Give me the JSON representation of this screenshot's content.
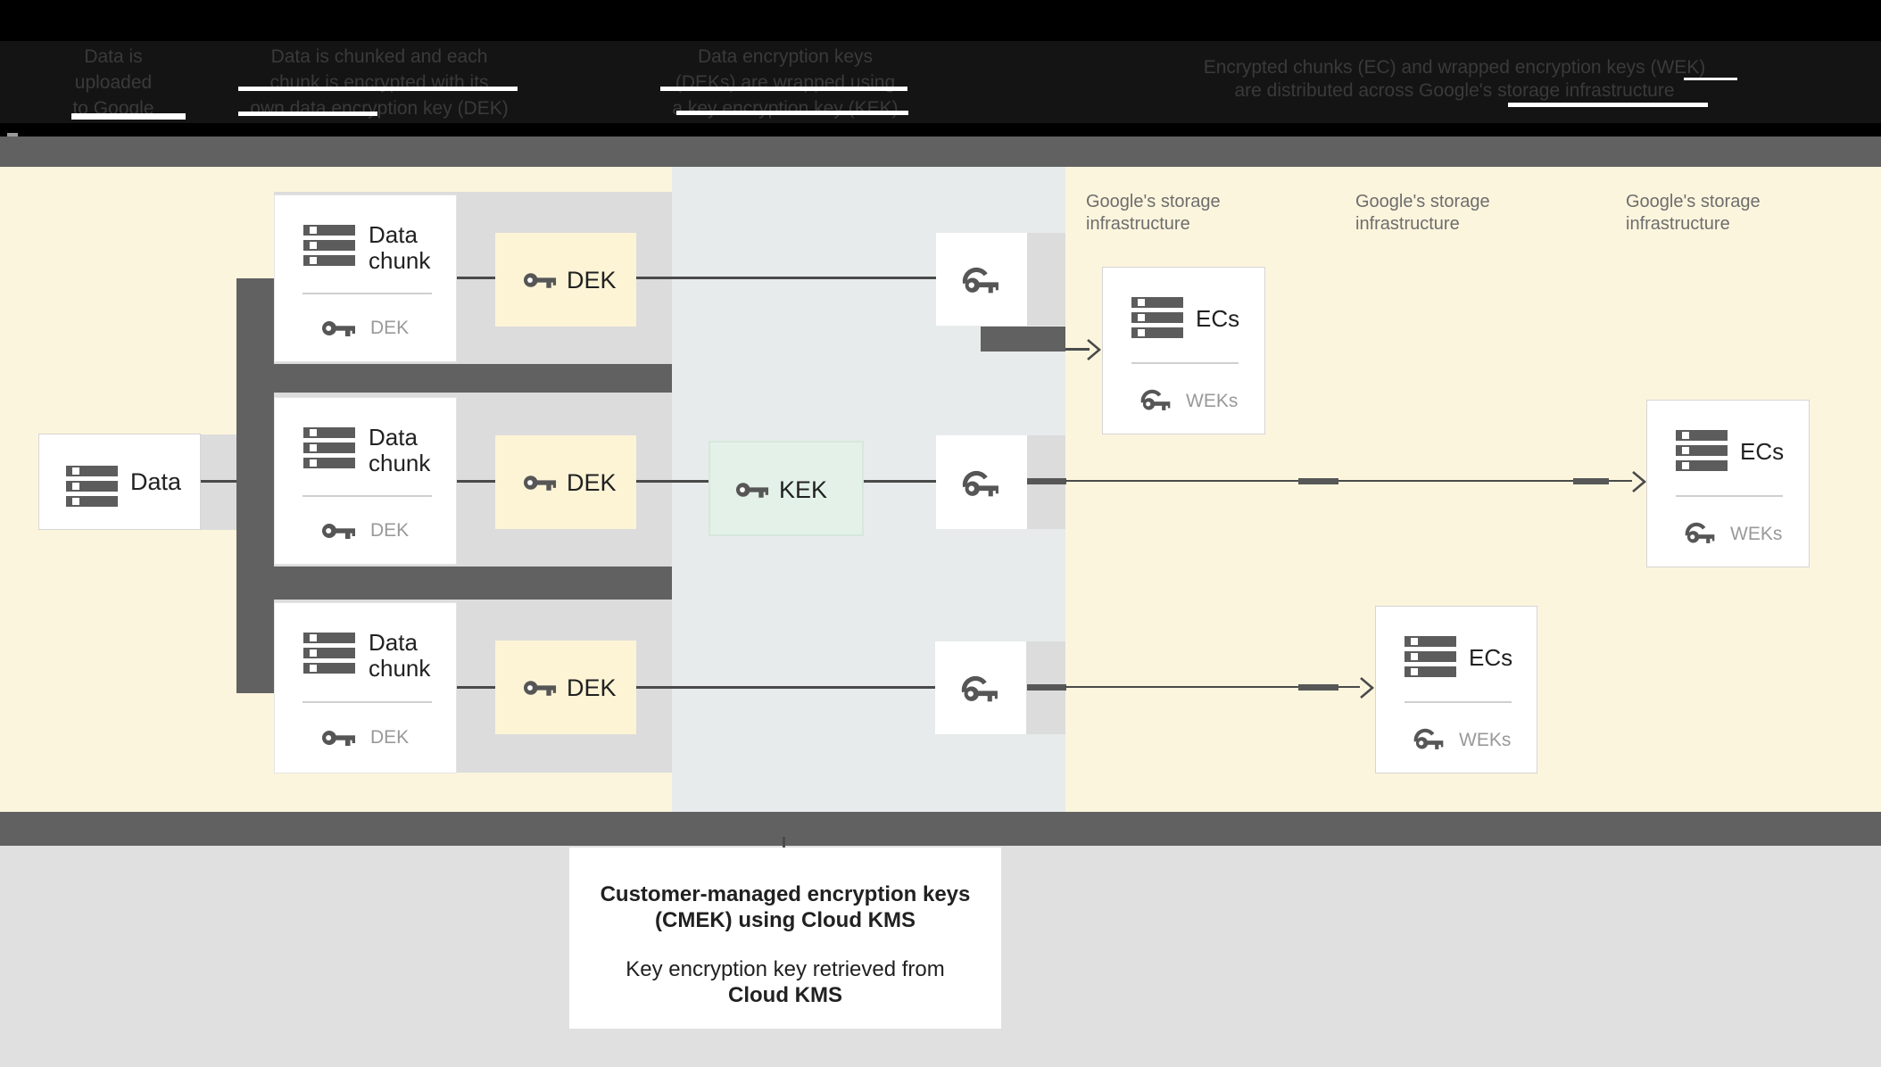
{
  "header": {
    "steps": [
      {
        "lines": [
          "Data is",
          "uploaded",
          "to Google"
        ]
      },
      {
        "lines": [
          "Data is chunked and each",
          "chunk is encrypted with its",
          "own data encryption key (DEK)"
        ]
      },
      {
        "lines": [
          "Data encryption keys",
          "(DEKs) are wrapped using",
          "a key encryption key (KEK)"
        ]
      },
      {
        "lines": [
          "Encrypted chunks (EC) and wrapped encryption keys (WEK)",
          "are distributed across Google's storage infrastructure"
        ]
      }
    ]
  },
  "diagram": {
    "data_box": {
      "label": "Data"
    },
    "chunks": [
      {
        "title_line1": "Data",
        "title_line2": "chunk",
        "key_label": "DEK"
      },
      {
        "title_line1": "Data",
        "title_line2": "chunk",
        "key_label": "DEK"
      },
      {
        "title_line1": "Data",
        "title_line2": "chunk",
        "key_label": "DEK"
      }
    ],
    "dek_boxes": [
      {
        "label": "DEK"
      },
      {
        "label": "DEK"
      },
      {
        "label": "DEK"
      }
    ],
    "kek_box": {
      "label": "KEK"
    },
    "storage_headers": [
      {
        "line1": "Google's storage",
        "line2": "infrastructure"
      },
      {
        "line1": "Google's storage",
        "line2": "infrastructure"
      },
      {
        "line1": "Google's storage",
        "line2": "infrastructure"
      }
    ],
    "ec_boxes": [
      {
        "title": "ECs",
        "key_label": "WEKs"
      },
      {
        "title": "ECs",
        "key_label": "WEKs"
      },
      {
        "title": "ECs",
        "key_label": "WEKs"
      }
    ]
  },
  "caption": {
    "line1": "Customer-managed encryption keys",
    "line2": "(CMEK) using Cloud KMS",
    "line3": "Key encryption key retrieved from",
    "line4": "Cloud KMS"
  },
  "colors": {
    "pale_yellow": "#fcf5dd",
    "mint_green": "#e3f1e8",
    "mid_gray_blue": "#e8ebeb",
    "dark_band": "#616161",
    "row_gray": "#dcdcdc",
    "bottom_gray": "#e0e0e0",
    "icon_gray": "#565656",
    "text_dark": "#212121",
    "muted_text": "#999999",
    "storage_label_gray": "#6d6d6d"
  }
}
